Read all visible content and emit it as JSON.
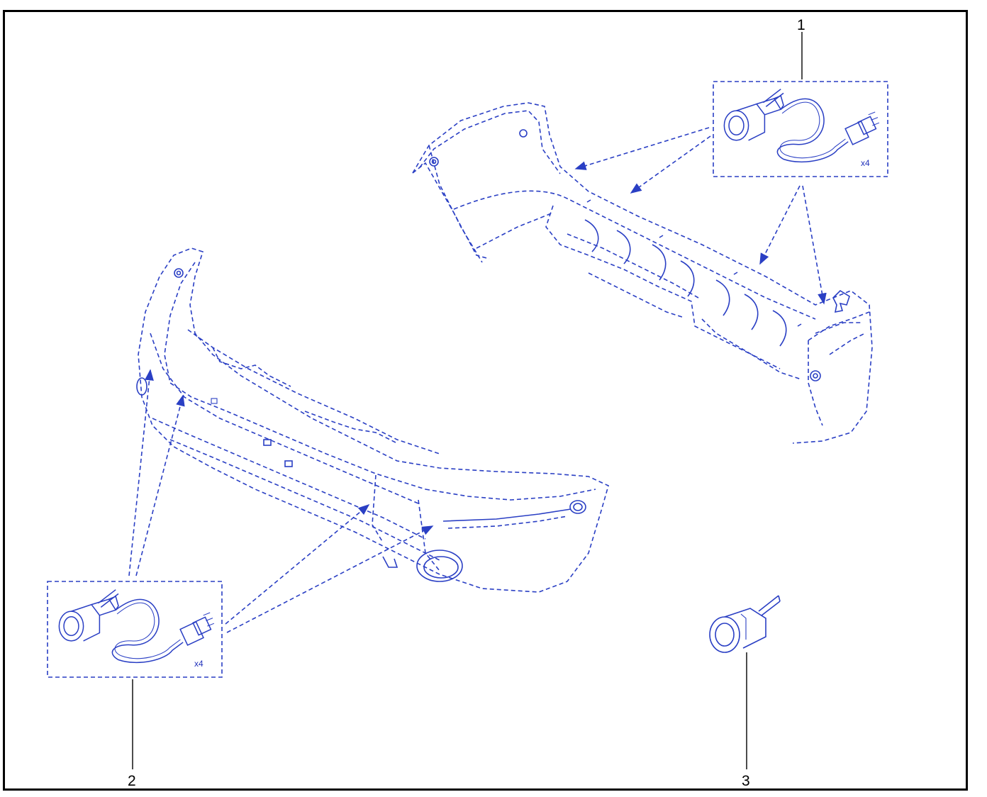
{
  "callouts": [
    {
      "id": "1",
      "label": "1"
    },
    {
      "id": "2",
      "label": "2"
    },
    {
      "id": "3",
      "label": "3"
    }
  ],
  "kits": [
    {
      "callout": "1",
      "quantity_label": "x4"
    },
    {
      "callout": "2",
      "quantity_label": "x4"
    }
  ],
  "colors": {
    "line_art": "#2a3fc4",
    "callout_text": "#000000",
    "frame": "#000000"
  }
}
